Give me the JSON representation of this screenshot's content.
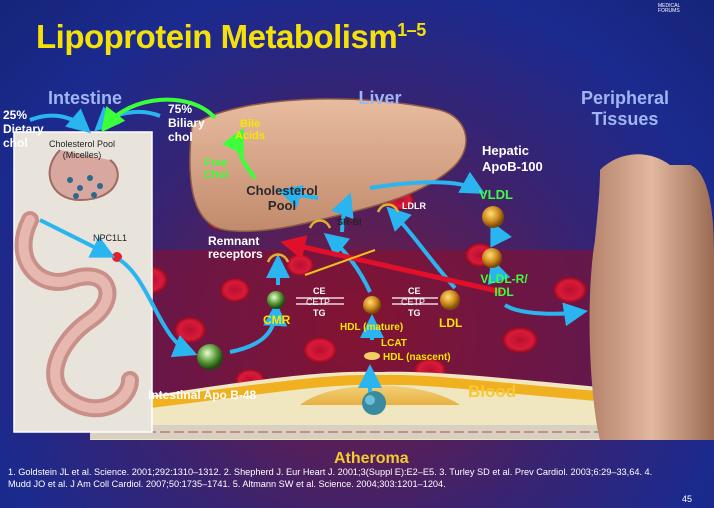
{
  "title": "Lipoprotein Metabolism",
  "title_sup": "1–5",
  "headers": {
    "intestine": "Intestine",
    "liver": "Liver",
    "peripheral": "Peripheral Tissues"
  },
  "labels": {
    "dietary_chol": "25% Dietary chol",
    "biliary_chol": "75% Biliary chol",
    "bile_acids": "Bile Acids",
    "free_chol": "Free Chol",
    "cholesterol_pool_micelles": "Cholesterol Pool (Micelles)",
    "npc1l1": "NPC1L1",
    "liver_cholesterol_pool": "Cholesterol Pool",
    "sr_bi": "SR-BI",
    "ldlr": "LDLR",
    "hepatic_apob100": "Hepatic ApoB-100",
    "vldl": "VLDL",
    "vldl_r_idl": "VLDL-R/ IDL",
    "remnant_receptors": "Remnant receptors",
    "cmr": "CMR",
    "ce_left": "CE",
    "cetp_left": "CETP",
    "tg_left": "TG",
    "ce_right": "CE",
    "cetp_right": "CETP",
    "tg_right": "TG",
    "hdl_mature": "HDL (mature)",
    "ldl": "LDL",
    "lcat": "LCAT",
    "hdl_nascent": "HDL (nascent)",
    "intestinal_apob48": "Intestinal Apo B-48",
    "blood": "Blood",
    "atheroma": "Atheroma"
  },
  "references": "1. Goldstein JL et al. Science. 2001;292:1310–1312. 2. Shepherd J. Eur Heart J. 2001;3(Suppl E):E2–E5. 3. Turley SD et al. Prev Cardiol. 2003;6:29–33,64. 4. Mudd JO et al. J Am Coll Cardiol. 2007;50:1735–1741. 5. Altmann SW et al. Science. 2004;303:1201–1204.",
  "page_number": "45",
  "logo_text": "MEDICAL FORUMS",
  "colors": {
    "title": "#f4e10a",
    "header": "#9fb6f3",
    "arrow_blue": "#2ab4f0",
    "arrow_green": "#3cff3c",
    "arrow_red": "#e0102a",
    "liver": "#d9a98a",
    "background": "#1f2a8c"
  },
  "icons": [
    "red-blood-cell-icon",
    "lipoprotein-particle-icon",
    "receptor-icon",
    "liver-icon",
    "intestine-icon",
    "torso-icon",
    "foam-cell-icon"
  ]
}
